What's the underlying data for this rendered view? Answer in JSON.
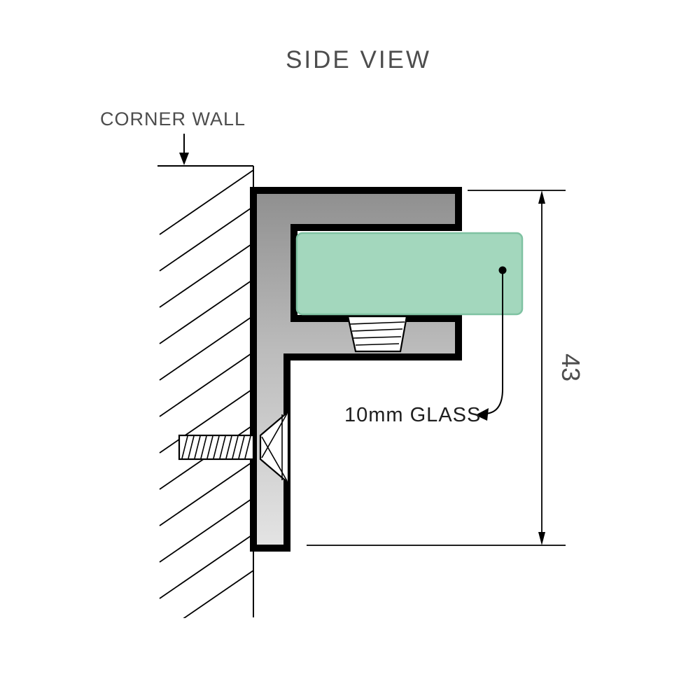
{
  "title": "SIDE VIEW",
  "annotations": {
    "corner_wall": "CORNER WALL",
    "glass_label": "10mm GLASS"
  },
  "dimensions": {
    "bracket_height": "43"
  },
  "colors": {
    "glass_fill": "#a3d7bd",
    "glass_stroke": "#7fc2a2",
    "metal_dark": "#8f8f8f",
    "metal_mid": "#bcbcbc",
    "metal_light": "#e4e4e4",
    "outline": "#000000",
    "text": "#4d4d4d",
    "glass_text": "#1f1f1f"
  }
}
